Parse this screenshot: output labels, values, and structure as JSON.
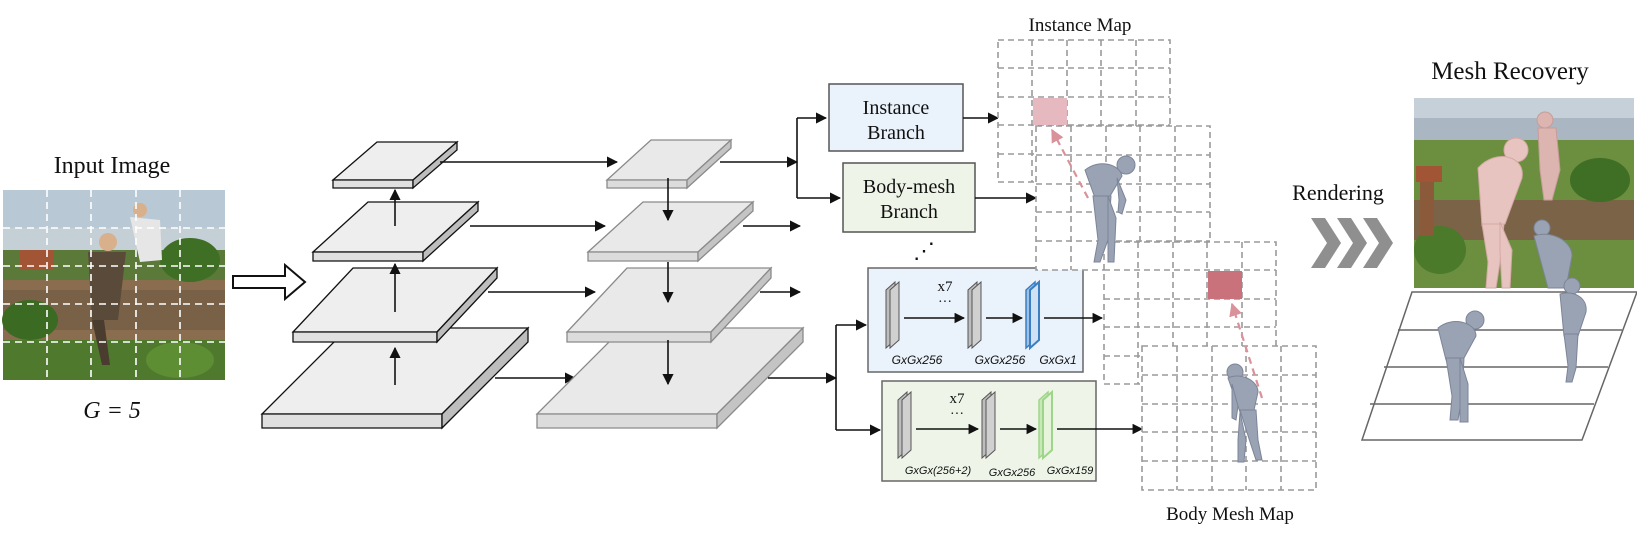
{
  "titles": {
    "input_image": "Input Image",
    "grid_eq": "G = 5",
    "instance_map": "Instance Map",
    "mesh_recovery": "Mesh Recovery",
    "rendering": "Rendering",
    "body_mesh_map": "Body Mesh Map"
  },
  "branches": {
    "instance_line1": "Instance",
    "instance_line2": "Branch",
    "bodymesh_line1": "Body-mesh",
    "bodymesh_line2": "Branch",
    "ellipsis": "⋰"
  },
  "instance_head": {
    "repeat": "x7",
    "dots": "···",
    "in_label": "GxGx256",
    "mid_label": "GxGx256",
    "out_label": "GxGx1"
  },
  "mesh_head": {
    "repeat": "x7",
    "dots": "···",
    "in_label": "GxGx(256+2)",
    "mid_label": "GxGx256",
    "out_label": "GxGx159"
  },
  "colors": {
    "instance_fill": "#eaf2fb",
    "bodymesh_fill": "#eef5e8",
    "instance_out": "#3a7fc1",
    "mesh_out": "#9fd58a",
    "grid_highlight": "#e6b8bf",
    "grid_highlight_dark": "#c9727c",
    "plate": "#e8e8e8"
  }
}
